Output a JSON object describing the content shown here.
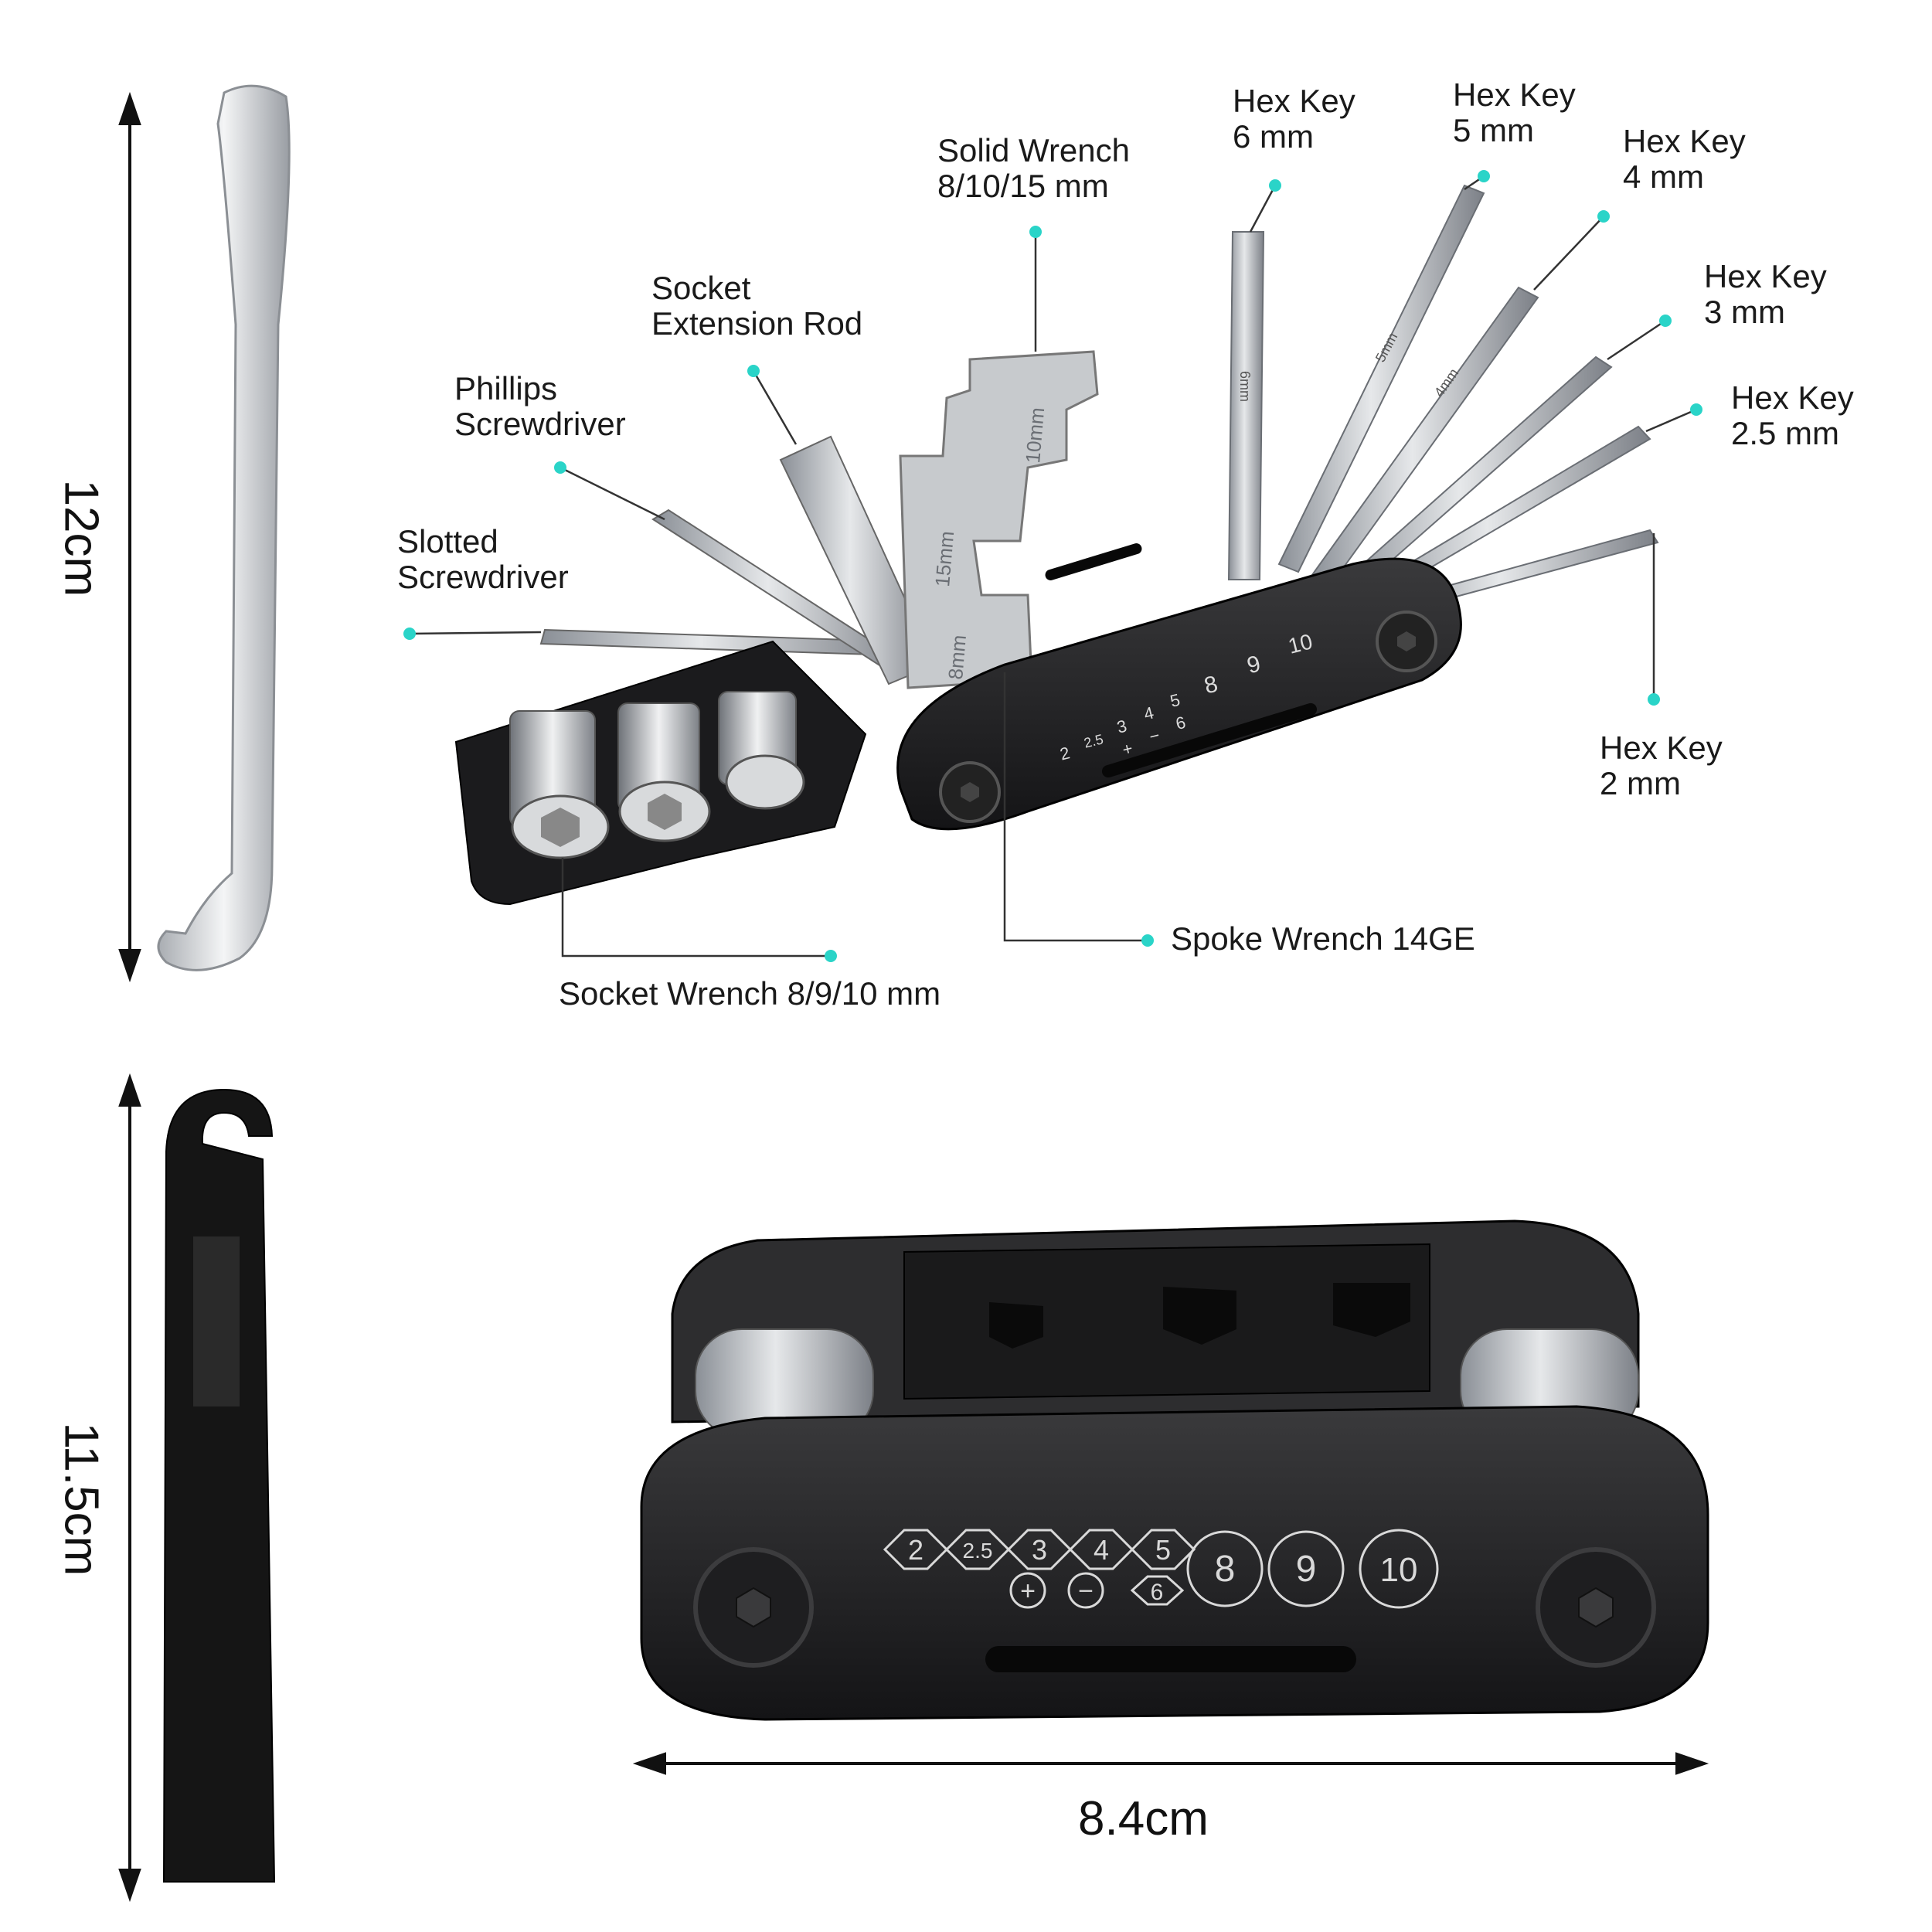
{
  "dimensions": {
    "lever_top_height": "12cm",
    "lever_bottom_height": "11.5cm",
    "tool_width": "8.4cm"
  },
  "callouts": {
    "hex6": [
      "Hex Key",
      "6 mm"
    ],
    "hex5": [
      "Hex Key",
      "5 mm"
    ],
    "hex4": [
      "Hex Key",
      "4 mm"
    ],
    "hex3": [
      "Hex Key",
      "3 mm"
    ],
    "hex25": [
      "Hex Key",
      "2.5 mm"
    ],
    "hex2": [
      "Hex Key",
      "2 mm"
    ],
    "solid_wrench": [
      "Solid Wrench",
      "8/10/15 mm"
    ],
    "socket_rod": [
      "Socket",
      "Extension Rod"
    ],
    "phillips": [
      "Phillips",
      "Screwdriver"
    ],
    "slotted": [
      "Slotted",
      "Screwdriver"
    ],
    "spoke": "Spoke Wrench 14GE",
    "socket_wrench": "Socket Wrench 8/9/10 mm"
  },
  "tool_markings": {
    "top_row": [
      "2",
      "2.5",
      "3",
      "4",
      "5",
      "8",
      "9",
      "10"
    ],
    "bottom_row": [
      "+",
      "−",
      "6"
    ],
    "key_etchings": [
      "6mm",
      "5mm",
      "4mm"
    ],
    "wrench_etchings": [
      "10mm",
      "15mm",
      "8mm"
    ]
  },
  "colors": {
    "accent_dot": "#2ad4c8",
    "leader_line": "#333333",
    "tool_body": "#1c1c1e",
    "steel": "#b8bcc2",
    "silver_lever": "#d8dadc",
    "black_lever": "#151515"
  }
}
